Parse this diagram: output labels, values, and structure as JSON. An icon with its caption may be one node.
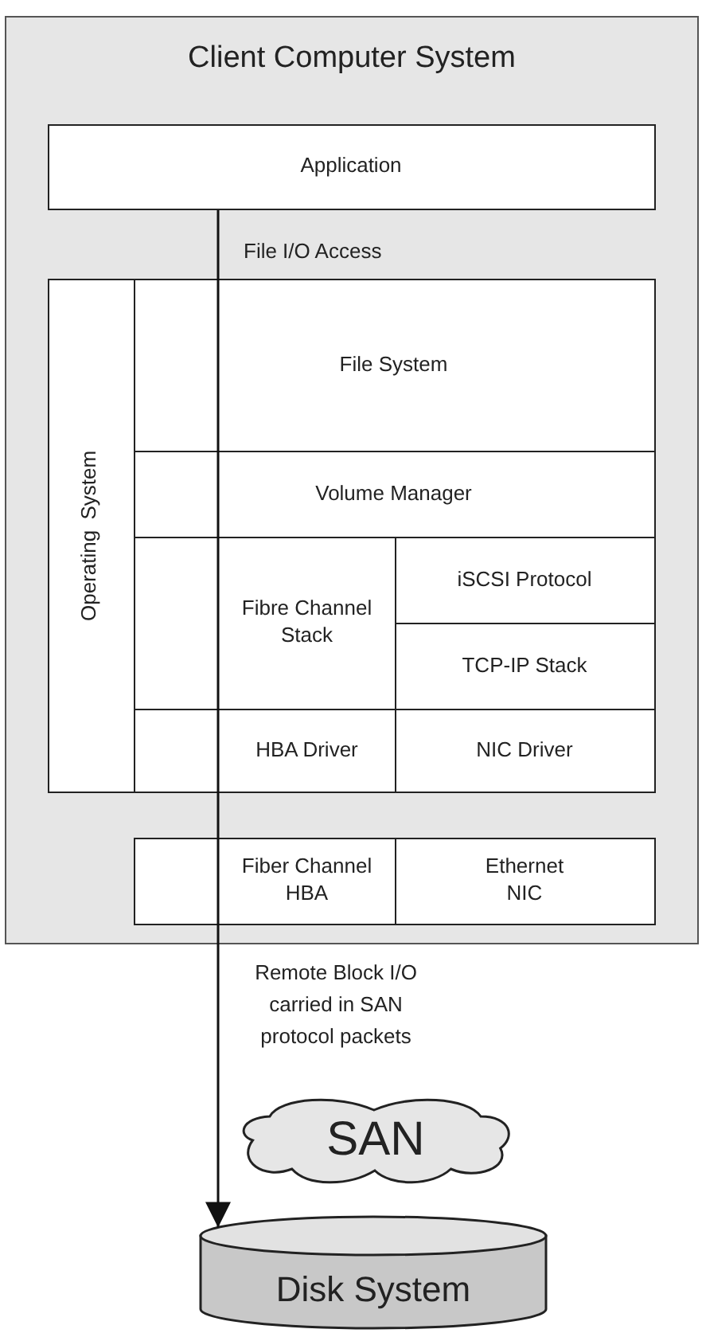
{
  "diagram": {
    "nodes": [
      {
        "text": [
          "Client Computer System"
        ]
      },
      {
        "text": [
          "Application"
        ],
        "in": 0
      },
      {
        "text": [
          "Operating System"
        ],
        "in": 0
      },
      {
        "text": [
          "File System"
        ],
        "in": 0
      },
      {
        "text": [
          "Volume Manager"
        ],
        "in": 0
      },
      {
        "text": [
          "Fibre Channel Stack"
        ],
        "in": 0
      },
      {
        "text": [
          "iSCSI Protocol"
        ],
        "in": 0
      },
      {
        "text": [
          "TCP-IP Stack"
        ],
        "in": 0
      },
      {
        "text": [
          "HBA Driver"
        ],
        "in": 0
      },
      {
        "text": [
          "NIC Driver"
        ],
        "in": 0
      },
      {
        "text": [
          "Fiber Channel HBA"
        ],
        "in": 0
      },
      {
        "text": [
          "Ethernet NIC"
        ],
        "in": 0
      },
      {
        "text": [
          "SAN"
        ]
      },
      {
        "text": [
          "Disk System"
        ]
      }
    ],
    "edges": [
      {
        "from": 1,
        "to": 13,
        "arrow": "to",
        "label": "Remote Block I/O carried in SAN protocol packets"
      }
    ],
    "labels": [
      "File I/O Access"
    ]
  }
}
